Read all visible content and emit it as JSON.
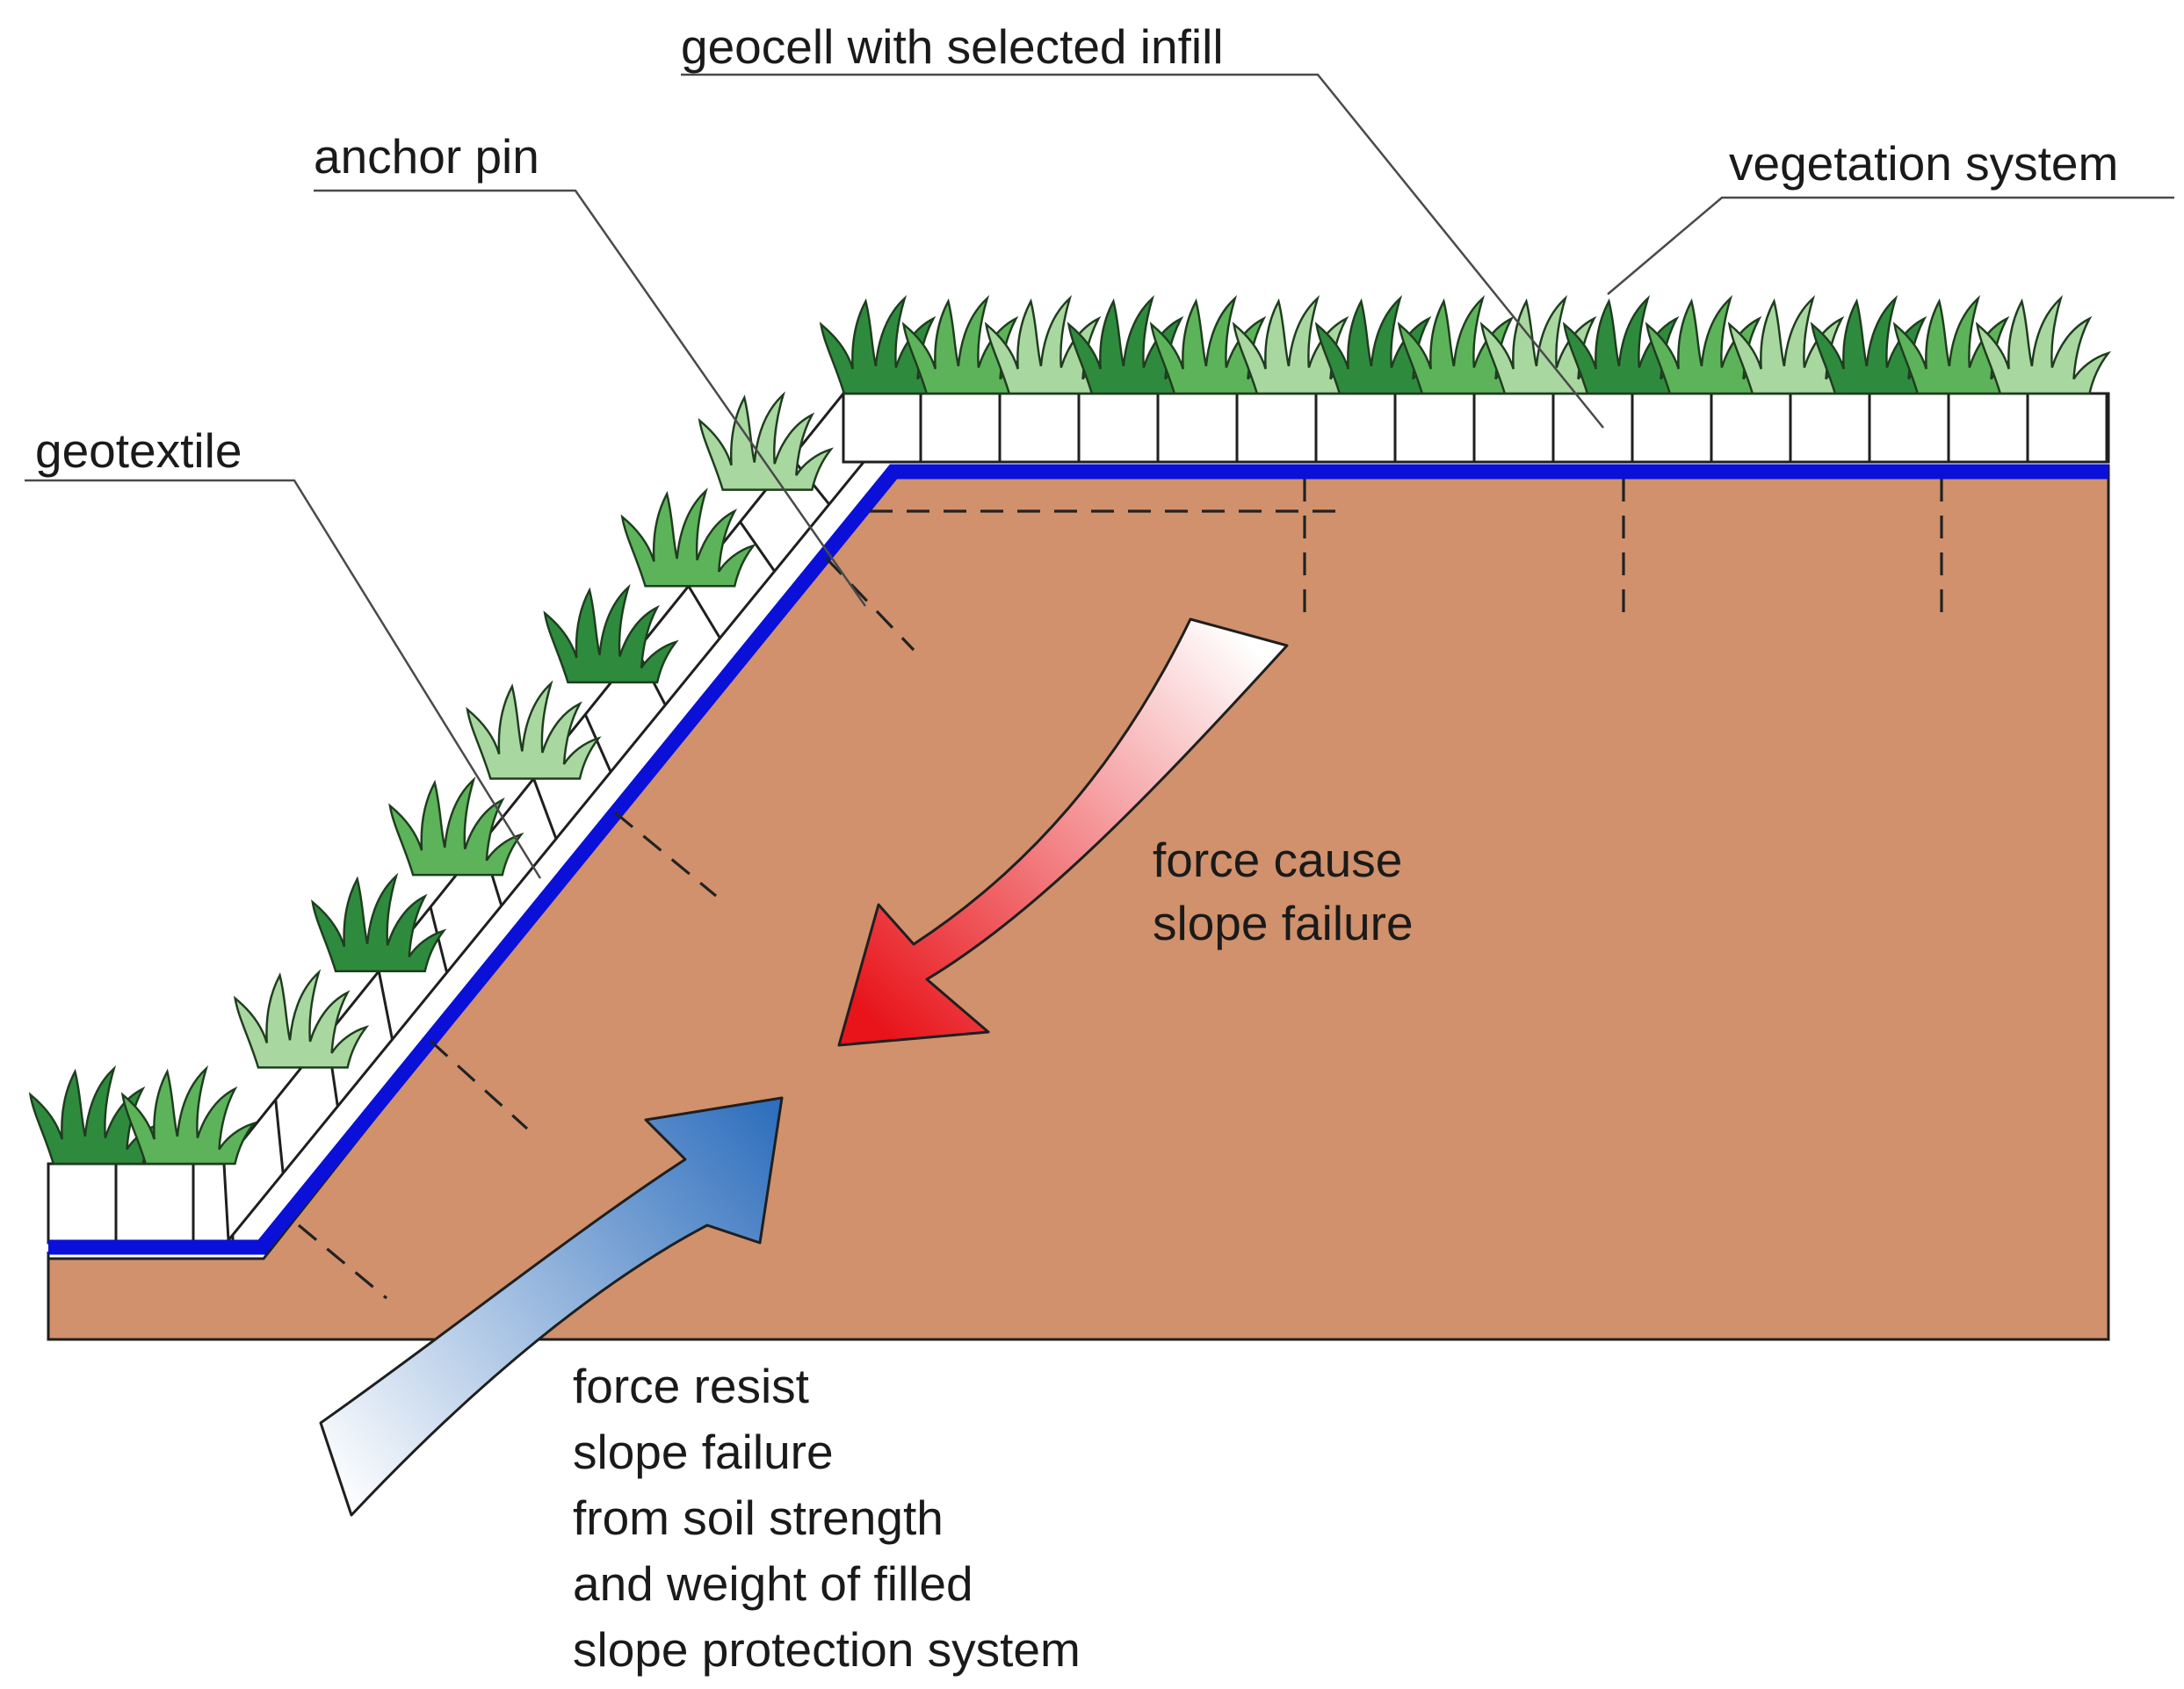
{
  "labels": {
    "geocell": "geocell with selected infill",
    "anchor_pin": "anchor pin",
    "vegetation": "vegetation system",
    "geotextile": "geotextile",
    "force_cause": [
      "force cause",
      "slope failure"
    ],
    "force_resist": [
      "force resist",
      "slope failure",
      "from soil strength",
      "and weight of filled",
      "slope protection system"
    ]
  },
  "colors": {
    "soil": "#D0916C",
    "geotextile": "#0A10D8",
    "geocell": "#FFFFFF",
    "grass_dark": "#2E8B3E",
    "grass_mid": "#5DB35A",
    "grass_light": "#A9D7A0",
    "force_cause": "#E8141A",
    "force_resist": "#2F6FBD"
  },
  "icons": {
    "force_cause": "red-curved-arrow",
    "force_resist": "blue-curved-arrow",
    "grass": "grass-tuft"
  }
}
